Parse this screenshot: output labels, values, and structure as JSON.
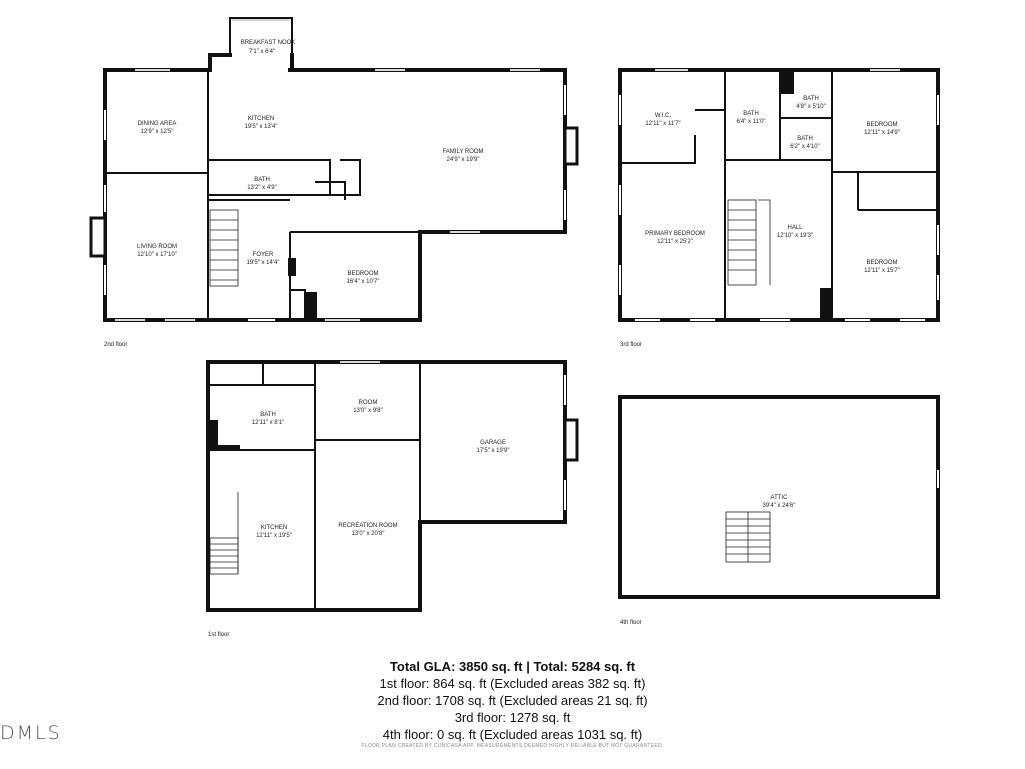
{
  "floors": {
    "floor2_label": "2nd floor",
    "floor3_label": "3rd floor",
    "floor1_label": "1st floor",
    "floor4_label": "4th floor"
  },
  "rooms": {
    "breakfast_nook": {
      "name": "BREAKFAST NOOK",
      "dim": "7'1\" x 6'4\""
    },
    "dining_area": {
      "name": "DINING AREA",
      "dim": "12'9\" x 12'5\""
    },
    "kitchen2": {
      "name": "KITCHEN",
      "dim": "19'5\" x 13'4\""
    },
    "family_room": {
      "name": "FAMILY ROOM",
      "dim": "24'9\" x 19'9\""
    },
    "bath2": {
      "name": "BATH",
      "dim": "13'2\" x 4'9\""
    },
    "living_room": {
      "name": "LIVING ROOM",
      "dim": "12'10\" x 17'10\""
    },
    "foyer": {
      "name": "FOYER",
      "dim": "19'5\" x 14'4\""
    },
    "bedroom2": {
      "name": "BEDROOM",
      "dim": "16'4\" x 10'7\""
    },
    "wic": {
      "name": "W.I.C.",
      "dim": "12'11\" x 11'7\""
    },
    "bath3a": {
      "name": "BATH",
      "dim": "6'4\" x 11'0\""
    },
    "bath3b": {
      "name": "BATH",
      "dim": "4'8\" x 5'10\""
    },
    "bath3c": {
      "name": "BATH",
      "dim": "6'2\" x 4'10\""
    },
    "bedroom3a": {
      "name": "BEDROOM",
      "dim": "12'11\" x 14'9\""
    },
    "primary_bedroom": {
      "name": "PRIMARY BEDROOM",
      "dim": "12'11\" x 25'2\""
    },
    "hall": {
      "name": "HALL",
      "dim": "12'10\" x 19'3\""
    },
    "bedroom3b": {
      "name": "BEDROOM",
      "dim": "12'11\" x 15'7\""
    },
    "bath1": {
      "name": "BATH",
      "dim": "12'11\" x 8'1\""
    },
    "room1": {
      "name": "ROOM",
      "dim": "13'0\" x 9'8\""
    },
    "garage": {
      "name": "GARAGE",
      "dim": "17'5\" x 19'9\""
    },
    "kitchen1": {
      "name": "KITCHEN",
      "dim": "12'11\" x 19'5\""
    },
    "recreation_room": {
      "name": "RECREATION ROOM",
      "dim": "13'0\" x 20'8\""
    },
    "attic": {
      "name": "ATTIC",
      "dim": "39'4\" x 24'6\""
    }
  },
  "summary": {
    "total": "Total GLA: 3850 sq. ft | Total: 5284 sq. ft",
    "floor1": "1st floor: 864 sq. ft (Excluded areas 382 sq. ft)",
    "floor2": "2nd floor: 1708 sq. ft (Excluded areas 21 sq. ft)",
    "floor3": "3rd floor: 1278 sq. ft",
    "floor4": "4th floor: 0 sq. ft (Excluded areas 1031 sq. ft)"
  },
  "disclaimer": "FLOOR PLAN CREATED BY CUBICASA APP. MEASUREMENTS DEEMED HIGHLY RELIABLE BUT NOT GUARANTEED.",
  "logo_text": "DMLS"
}
